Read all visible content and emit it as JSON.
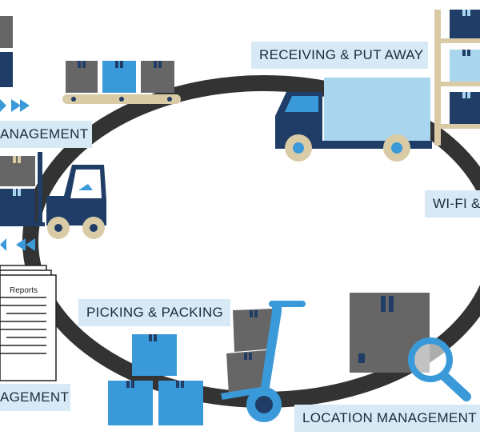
{
  "labels": {
    "receiving": "RECEIVING & PUT AWAY",
    "management_top": "ANAGEMENT",
    "wifi": "WI-FI &",
    "picking": "PICKING & PACKING",
    "management_bottom": "AGEMENT",
    "location": "LOCATION MANAGEMENT"
  },
  "reports_title": "Reports",
  "colors": {
    "track": "#333333",
    "navy": "#1f3d66",
    "blue": "#3a9ad9",
    "light_blue": "#a9d5ee",
    "grey": "#666666",
    "label_bg": "#d6e9f5",
    "wheel_beige": "#d9cba6",
    "shelf": "#d9cba6"
  },
  "icons": [
    "truck-icon",
    "forklift-icon",
    "conveyor-icon",
    "hand-truck-icon",
    "magnifier-icon",
    "reports-document-icon",
    "shelf-icon",
    "arrow-right-icon",
    "arrow-left-icon"
  ]
}
